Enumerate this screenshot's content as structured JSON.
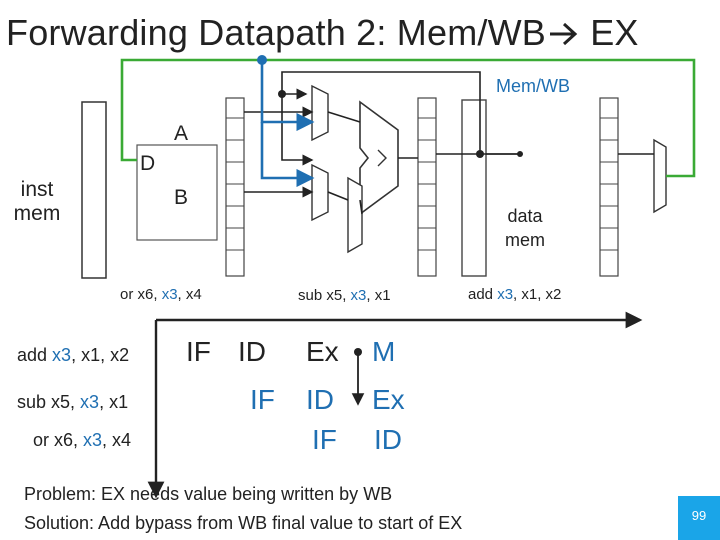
{
  "title": {
    "text_before": "Forwarding Datapath 2: Mem/WB",
    "text_after": "EX"
  },
  "datapath": {
    "inst_mem_line1": "inst",
    "inst_mem_line2": "mem",
    "label_A": "A",
    "label_D": "D",
    "label_B": "B",
    "mem_wb_label": "Mem/WB",
    "data_mem_line1": "data",
    "data_mem_line2": "mem"
  },
  "pipeline_labels": [
    {
      "parts": [
        {
          "t": "or x6, ",
          "c": "normal"
        },
        {
          "t": "x3",
          "c": "blue"
        },
        {
          "t": ", x4",
          "c": "normal"
        }
      ]
    },
    {
      "parts": [
        {
          "t": "sub x5, ",
          "c": "normal"
        },
        {
          "t": "x3",
          "c": "blue"
        },
        {
          "t": ", x1",
          "c": "normal"
        }
      ]
    },
    {
      "parts": [
        {
          "t": "add ",
          "c": "normal"
        },
        {
          "t": "x3",
          "c": "blue"
        },
        {
          "t": ", x1, x2",
          "c": "normal"
        }
      ]
    }
  ],
  "instructions": [
    {
      "parts": [
        {
          "t": "add ",
          "c": "normal"
        },
        {
          "t": "x3",
          "c": "blue"
        },
        {
          "t": ", x1, x2",
          "c": "normal"
        }
      ]
    },
    {
      "parts": [
        {
          "t": "sub x5, ",
          "c": "normal"
        },
        {
          "t": "x3",
          "c": "blue"
        },
        {
          "t": ", x1",
          "c": "normal"
        }
      ]
    },
    {
      "parts": [
        {
          "t": "or x6, ",
          "c": "normal"
        },
        {
          "t": "x3",
          "c": "blue"
        },
        {
          "t": ", x4",
          "c": "normal"
        }
      ]
    }
  ],
  "stages_row1": [
    "IF",
    "ID",
    "Ex",
    "M"
  ],
  "stages_row2": [
    "IF",
    "ID",
    "Ex"
  ],
  "stages_row3": [
    "IF",
    "ID"
  ],
  "problem": "Problem: EX needs value being written by WB",
  "solution": "Solution: Add bypass from WB final value to start of EX",
  "page_number": "99",
  "colors": {
    "green": "#3aaa35",
    "blue": "#1f6fb2",
    "black": "#222222",
    "page_badge": "#1aa5e8"
  }
}
